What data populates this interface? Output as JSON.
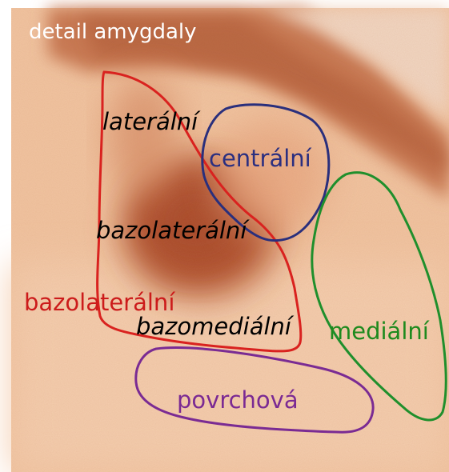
{
  "image": {
    "title": "detail amygdaly",
    "regions": {
      "lateral": {
        "label": "laterální",
        "color": "#000000"
      },
      "basolateral_inner": {
        "label": "bazolaterální",
        "color": "#000000"
      },
      "basolateral_outer": {
        "label": "bazolaterální",
        "color": "#cc1b1b"
      },
      "basomedial": {
        "label": "bazomediální",
        "color": "#000000"
      },
      "central": {
        "label": "centrální",
        "color": "#2b2f80"
      },
      "medial": {
        "label": "mediální",
        "color": "#1e8a1e"
      },
      "superficial": {
        "label": "povrchová",
        "color": "#7b2a93"
      }
    },
    "colors": {
      "tissue_light": "#f3c9a8",
      "tissue_mid": "#e8a57d",
      "tissue_dark": "#b85a33",
      "title_text": "#ffffff"
    }
  }
}
